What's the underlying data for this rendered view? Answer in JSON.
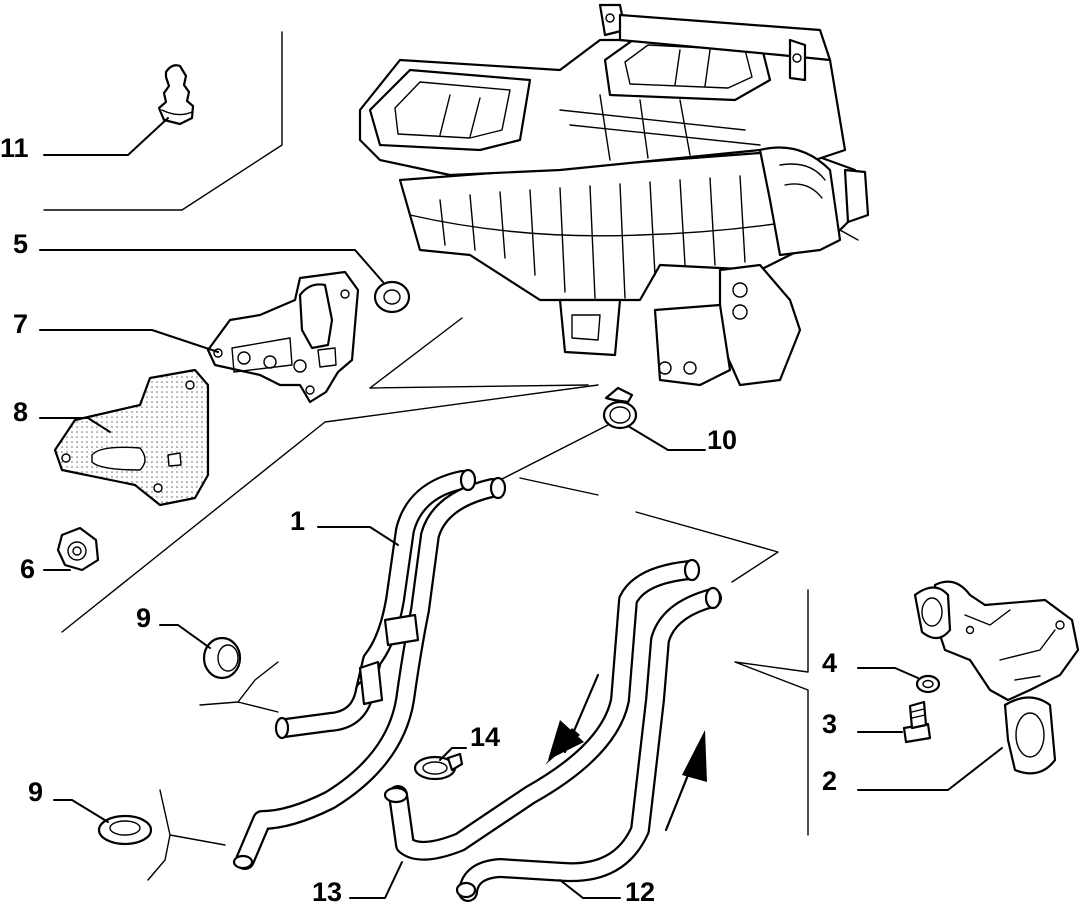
{
  "callouts": [
    {
      "id": "11",
      "text": "11"
    },
    {
      "id": "5",
      "text": "5"
    },
    {
      "id": "7",
      "text": "7"
    },
    {
      "id": "8",
      "text": "8"
    },
    {
      "id": "6",
      "text": "6"
    },
    {
      "id": "10",
      "text": "10"
    },
    {
      "id": "1",
      "text": "1"
    },
    {
      "id": "9a",
      "text": "9"
    },
    {
      "id": "14",
      "text": "14"
    },
    {
      "id": "9b",
      "text": "9"
    },
    {
      "id": "13",
      "text": "13"
    },
    {
      "id": "12",
      "text": "12"
    },
    {
      "id": "4",
      "text": "4"
    },
    {
      "id": "3",
      "text": "3"
    },
    {
      "id": "2",
      "text": "2"
    }
  ]
}
